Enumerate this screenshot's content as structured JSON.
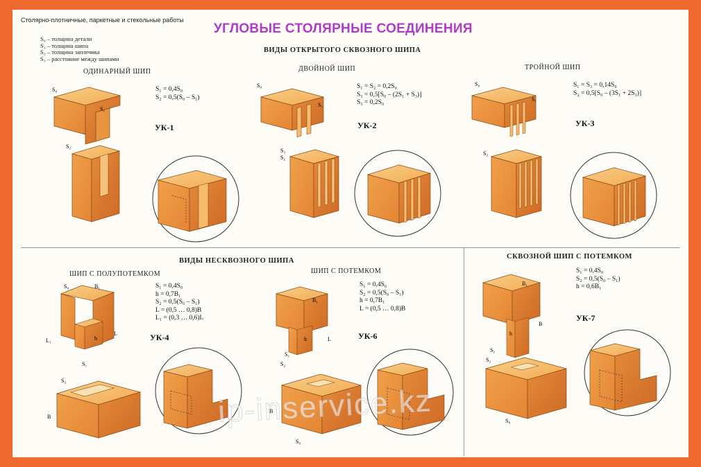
{
  "header": {
    "top_label": "Столярно-плотничные, паркетные и стекольные работы",
    "title": "УГЛОВЫЕ СТОЛЯРНЫЕ СОЕДИНЕНИЯ"
  },
  "legend": [
    "S₀ – толщина детали",
    "S₁ – толщина шипа",
    "S₂ – толщина заплечика",
    "S₃ – расстояние между шипами"
  ],
  "sections": {
    "open_through": "ВИДЫ ОТКРЫТОГО СКВОЗНОГО ШИПА",
    "blind": "ВИДЫ НЕСКВОЗНОГО ШИПА",
    "through_hidden": "СКВОЗНОЙ ШИП С ПОТЕМКОМ"
  },
  "joints": [
    {
      "code": "УК-1",
      "name": "ОДИНАРНЫЙ ШИП",
      "formulas": [
        "S₁ = 0,4S₀",
        "S₂ = 0,5(S₀ – S₁)"
      ]
    },
    {
      "code": "УК-2",
      "name": "ДВОЙНОЙ ШИП",
      "formulas": [
        "S₁ = S₂ = 0,2S₀",
        "S₃ = 0,5[S₀ – (2S₁ + S₃)]",
        "S₃ = 0,2S₀"
      ]
    },
    {
      "code": "УК-3",
      "name": "ТРОЙНОЙ ШИП",
      "formulas": [
        "S₁ = S₃ = 0,14S₀",
        "S₂ = 0,5[S₀ – (3S₁ + 2S₃)]"
      ]
    },
    {
      "code": "УК-4",
      "name": "ШИП С ПОЛУПОТЕМКОМ",
      "formulas": [
        "S₁ = 0,4S₀",
        "h = 0,7B₁",
        "S₂ = 0,5(S₀ – S₁)",
        "L = (0,5 … 0,8)B",
        "L₁ = (0,3 … 0,6)L"
      ]
    },
    {
      "code": "УК-6",
      "name": "ШИП С ПОТЕМКОМ",
      "formulas": [
        "S₁ = 0,4S₀",
        "S₂ = 0,5(S₀ – S₁)",
        "h = 0,7B₁",
        "L = (0,5 … 0,8)B"
      ]
    },
    {
      "code": "УК-7",
      "name": "",
      "formulas": [
        "S₁ = 0,4S₀",
        "S₂ = 0,5(S₀ – S₁)",
        "h = 0,6B₁"
      ]
    }
  ],
  "dimension_labels": {
    "s0": "S₀",
    "s1": "S₁",
    "s2": "S₂",
    "s3": "S₃",
    "b": "B",
    "b1": "B₁",
    "h": "h",
    "l": "L",
    "l1": "L₁"
  },
  "watermark": "ip-inservice.kz",
  "colors": {
    "border": "#ef6a2f",
    "title": "#b03bc6",
    "wood_top": "#f5b863",
    "wood_front": "#ea8f3c",
    "wood_side": "#d9722a",
    "circle_stroke": "#333333"
  }
}
